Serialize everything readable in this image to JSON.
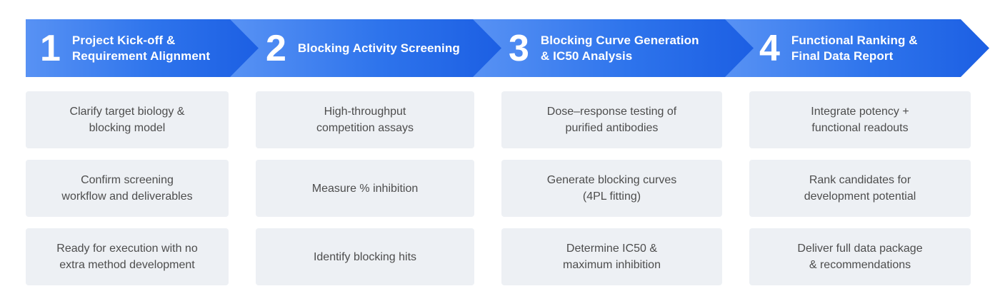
{
  "colors": {
    "arrow_gradient_start": "#5892f4",
    "arrow_gradient_end": "#1c5fe3",
    "arrow_text": "#ffffff",
    "box_background": "#edf0f4",
    "box_text": "#4d4d4d",
    "page_background": "#ffffff"
  },
  "steps": [
    {
      "number": "1",
      "title_lines": [
        "Project Kick-off &",
        "Requirement Alignment"
      ],
      "items": [
        [
          "Clarify target biology &",
          "blocking model"
        ],
        [
          "Confirm screening",
          "workflow and deliverables"
        ],
        [
          "Ready for execution with no",
          "extra method development"
        ]
      ]
    },
    {
      "number": "2",
      "title_lines": [
        "Blocking Activity Screening"
      ],
      "items": [
        [
          "High-throughput",
          "competition assays"
        ],
        [
          "Measure % inhibition"
        ],
        [
          "Identify blocking hits"
        ]
      ]
    },
    {
      "number": "3",
      "title_lines": [
        "Blocking Curve Generation",
        "& IC50 Analysis"
      ],
      "items": [
        [
          "Dose–response testing of",
          "purified antibodies"
        ],
        [
          "Generate blocking curves",
          "(4PL fitting)"
        ],
        [
          "Determine IC50 &",
          "maximum inhibition"
        ]
      ]
    },
    {
      "number": "4",
      "title_lines": [
        "Functional Ranking &",
        "Final Data Report"
      ],
      "items": [
        [
          "Integrate potency +",
          "functional readouts"
        ],
        [
          "Rank candidates for",
          "development potential"
        ],
        [
          "Deliver full data package",
          "& recommendations"
        ]
      ]
    }
  ]
}
